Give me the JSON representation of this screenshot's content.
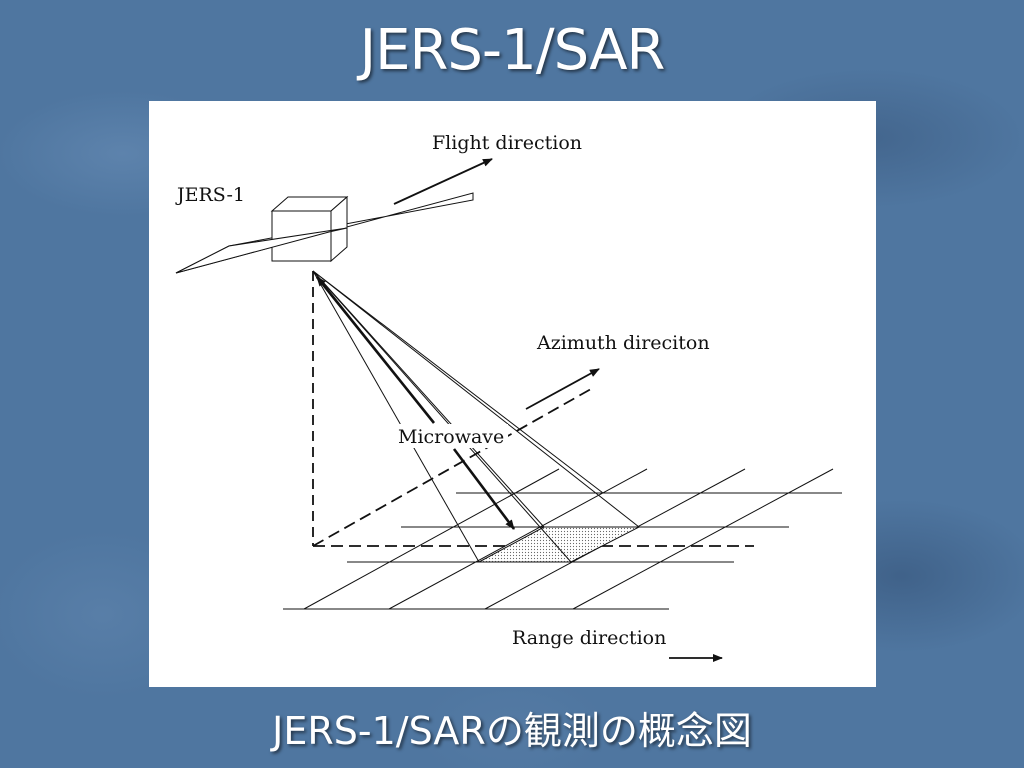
{
  "slide": {
    "title": "JERS-1/SAR",
    "caption": "JERS-1/SARの観測の概念図"
  },
  "diagram": {
    "labels": {
      "flight_direction": "Flight direction",
      "satellite": "JERS-1",
      "azimuth_direction": "Azimuth direciton",
      "microwave": "Microwave",
      "range_direction": "Range direction"
    }
  }
}
